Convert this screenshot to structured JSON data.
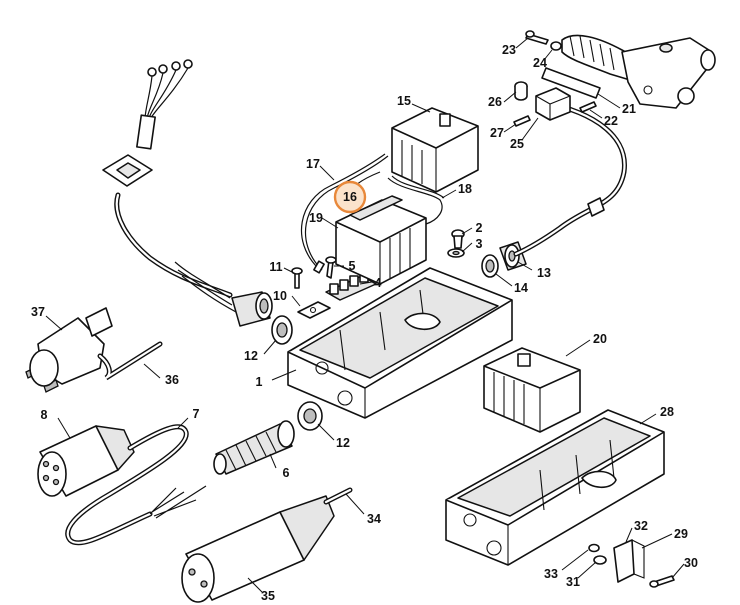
{
  "highlight": {
    "label": "16",
    "color": "#e8883a",
    "fill": "#fbe3cc"
  },
  "callouts": [
    {
      "id": "1",
      "text": "1"
    },
    {
      "id": "2",
      "text": "2"
    },
    {
      "id": "3",
      "text": "3"
    },
    {
      "id": "4",
      "text": "4"
    },
    {
      "id": "5",
      "text": "5"
    },
    {
      "id": "6",
      "text": "6"
    },
    {
      "id": "7",
      "text": "7"
    },
    {
      "id": "8",
      "text": "8"
    },
    {
      "id": "10",
      "text": "10"
    },
    {
      "id": "11",
      "text": "11"
    },
    {
      "id": "12a",
      "text": "12"
    },
    {
      "id": "12b",
      "text": "12"
    },
    {
      "id": "13",
      "text": "13"
    },
    {
      "id": "14",
      "text": "14"
    },
    {
      "id": "15",
      "text": "15"
    },
    {
      "id": "16",
      "text": "16"
    },
    {
      "id": "17",
      "text": "17"
    },
    {
      "id": "18",
      "text": "18"
    },
    {
      "id": "19",
      "text": "19"
    },
    {
      "id": "20",
      "text": "20"
    },
    {
      "id": "21",
      "text": "21"
    },
    {
      "id": "22",
      "text": "22"
    },
    {
      "id": "23",
      "text": "23"
    },
    {
      "id": "24",
      "text": "24"
    },
    {
      "id": "25",
      "text": "25"
    },
    {
      "id": "26",
      "text": "26"
    },
    {
      "id": "27",
      "text": "27"
    },
    {
      "id": "28",
      "text": "28"
    },
    {
      "id": "29",
      "text": "29"
    },
    {
      "id": "30",
      "text": "30"
    },
    {
      "id": "31",
      "text": "31"
    },
    {
      "id": "32",
      "text": "32"
    },
    {
      "id": "33",
      "text": "33"
    },
    {
      "id": "34",
      "text": "34"
    },
    {
      "id": "35",
      "text": "35"
    },
    {
      "id": "36",
      "text": "36"
    },
    {
      "id": "37",
      "text": "37"
    }
  ]
}
